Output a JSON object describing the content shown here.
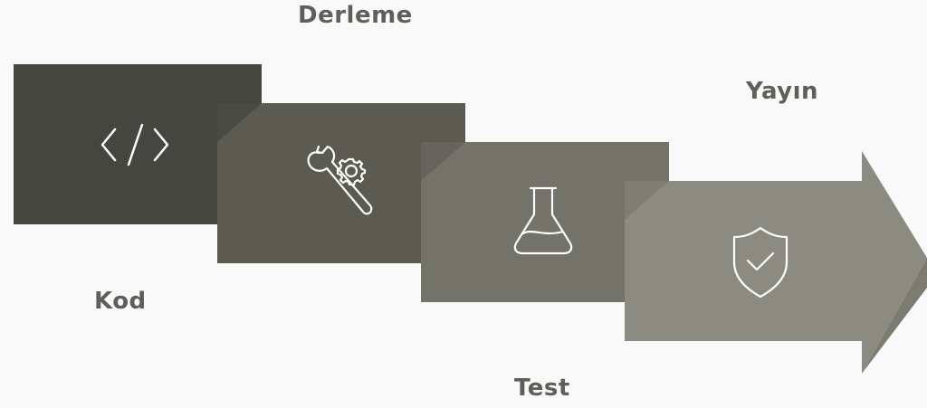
{
  "stages": [
    {
      "id": "kod",
      "label": "Kod",
      "icon": "code-brackets-icon",
      "color": "#464640",
      "shadow": "#3b3b36"
    },
    {
      "id": "derleme",
      "label": "Derleme",
      "icon": "wrench-gear-icon",
      "color": "#5c5b52",
      "shadow": "#4d4c45"
    },
    {
      "id": "test",
      "label": "Test",
      "icon": "flask-icon",
      "color": "#74736a",
      "shadow": "#64635b"
    },
    {
      "id": "yayin",
      "label": "Yayın",
      "icon": "shield-check-icon",
      "color": "#8c8b81",
      "shadow": "#78776e"
    }
  ],
  "colors": {
    "background": "#f9f9f9",
    "label": "#5f5f5a",
    "icon_stroke": "#ffffff"
  }
}
